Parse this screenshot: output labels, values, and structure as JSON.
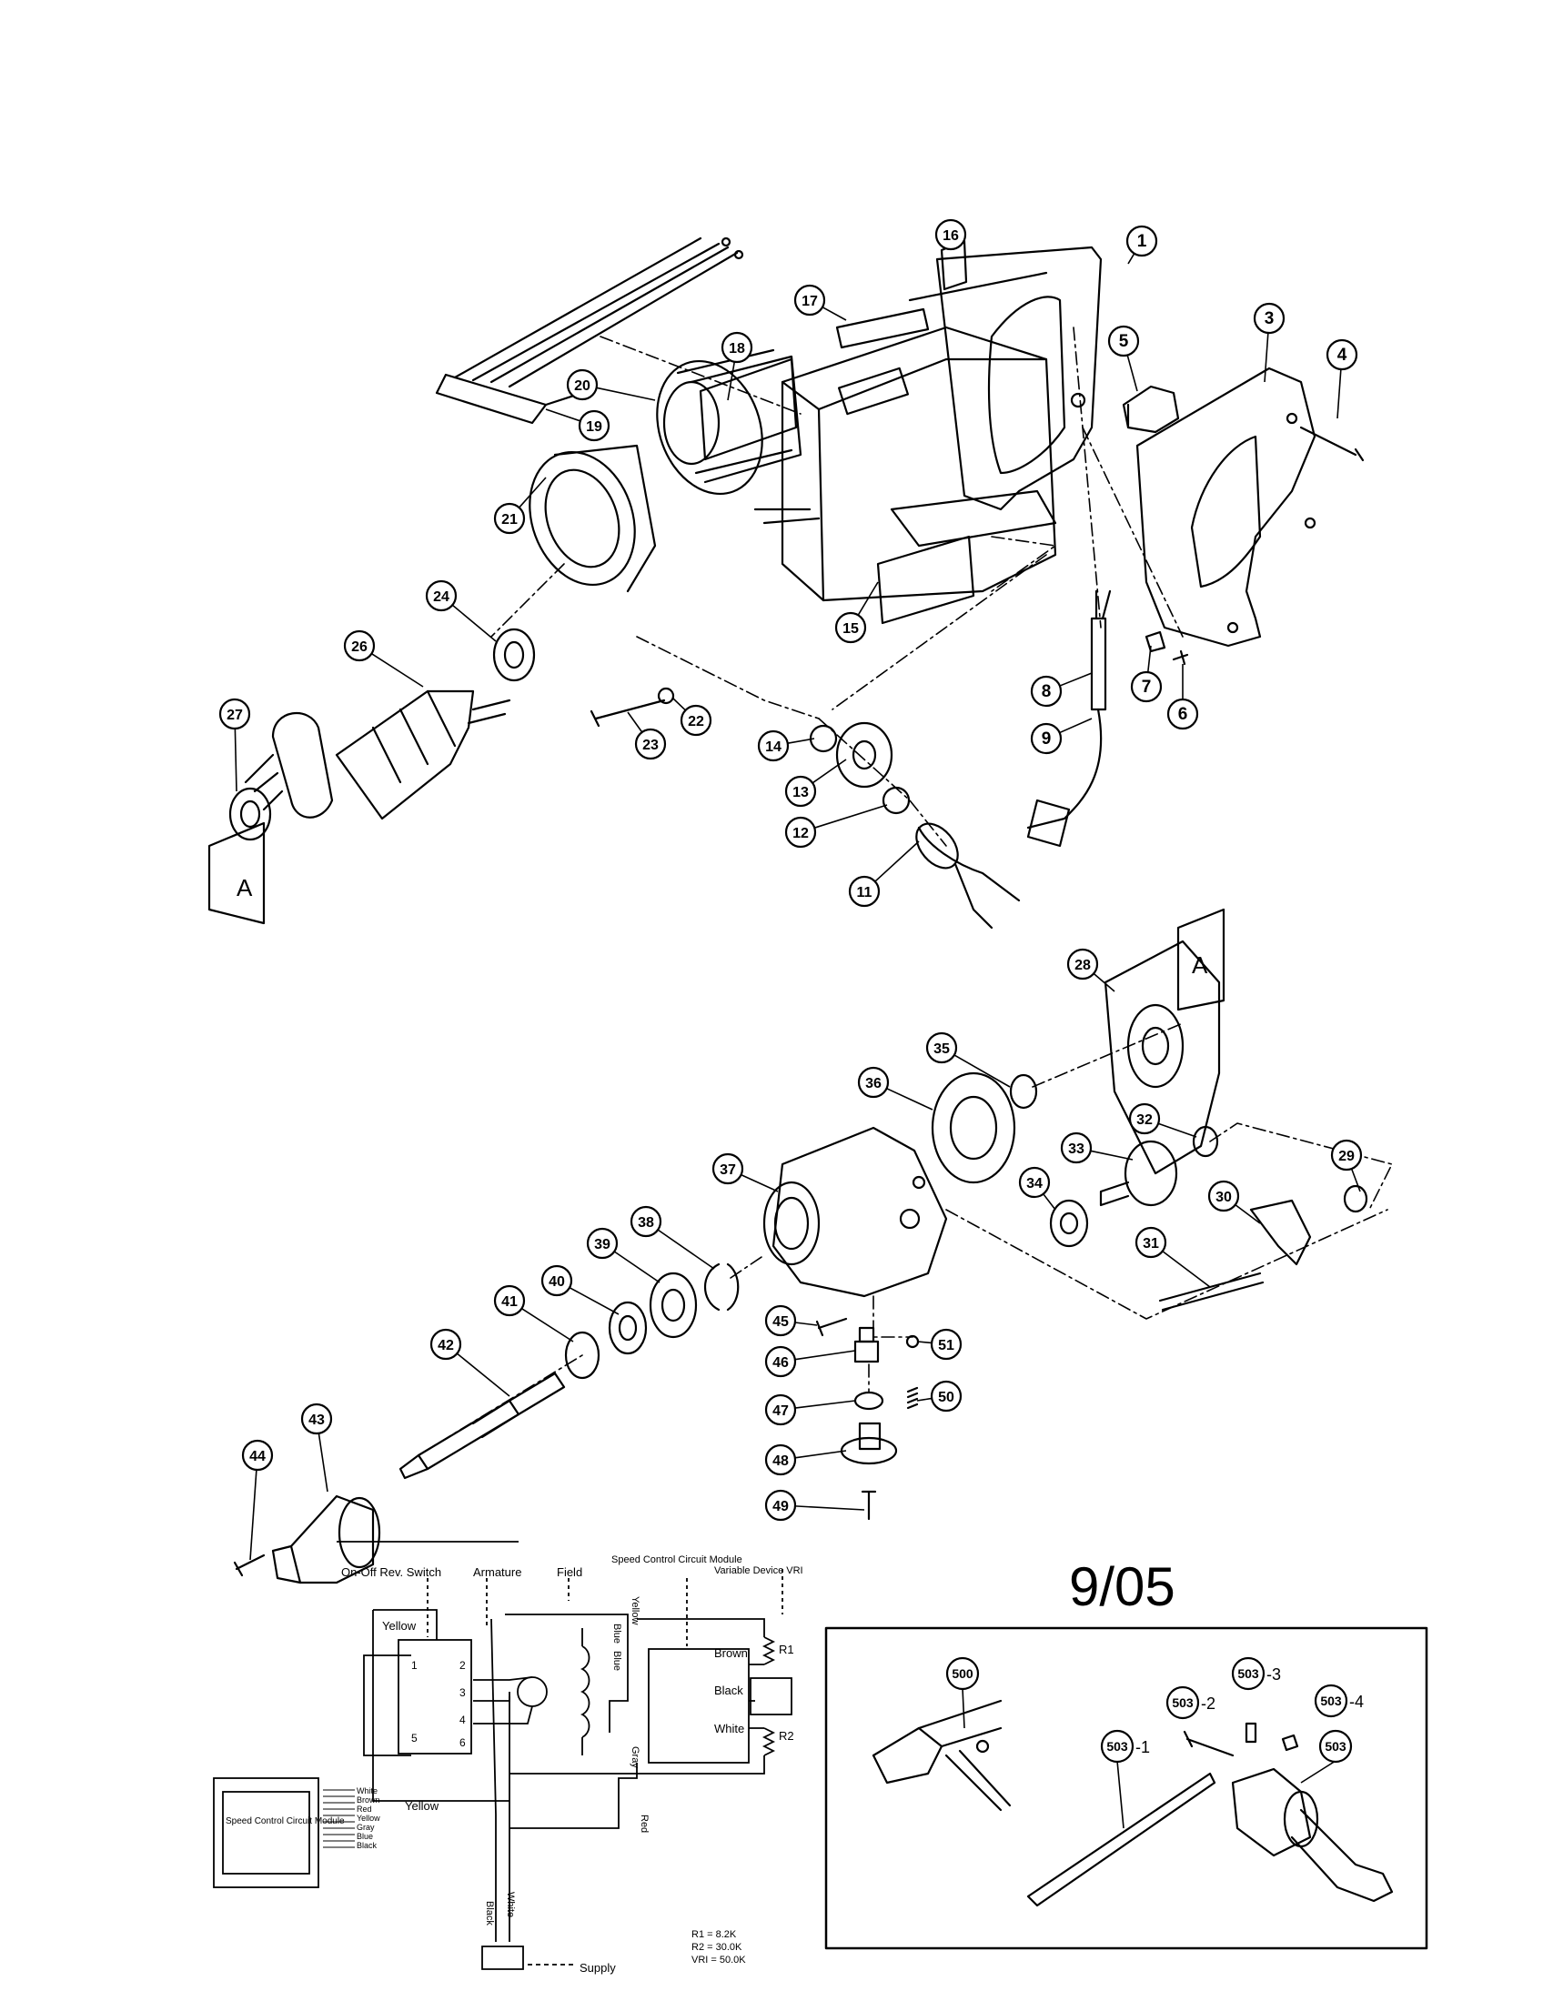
{
  "date_code": "9/05",
  "section_marker": "A",
  "part_numbers": [
    "1",
    "3",
    "4",
    "5",
    "6",
    "7",
    "8",
    "9",
    "11",
    "12",
    "13",
    "14",
    "15",
    "16",
    "17",
    "18",
    "19",
    "20",
    "21",
    "22",
    "23",
    "24",
    "26",
    "27",
    "28",
    "29",
    "30",
    "31",
    "32",
    "33",
    "34",
    "35",
    "36",
    "37",
    "38",
    "39",
    "40",
    "41",
    "42",
    "43",
    "44",
    "45",
    "46",
    "47",
    "48",
    "49",
    "50",
    "51"
  ],
  "accessory_parts": {
    "main": [
      "500",
      "503"
    ],
    "sub_labels": [
      "-1",
      "-2",
      "-3",
      "-4"
    ],
    "prefix": "503"
  },
  "wiring": {
    "headers": {
      "switch": "On-Off Rev. Switch",
      "armature": "Armature",
      "field": "Field",
      "speed_control": "Speed Control Circuit Module",
      "variable_device": "Variable Device VRI"
    },
    "wire_colors": {
      "yellow": "Yellow",
      "blue": "Blue",
      "brown": "Brown",
      "black": "Black",
      "white": "White",
      "gray": "Gray",
      "red": "Red"
    },
    "switch_terminals": [
      "1",
      "2",
      "3",
      "4",
      "5",
      "6"
    ],
    "resistors": [
      "R1",
      "R2"
    ],
    "specs": [
      {
        "name": "R1",
        "value": "8.2K"
      },
      {
        "name": "R2",
        "value": "30.0K"
      },
      {
        "name": "VRI",
        "value": "50.0K"
      }
    ],
    "supply_label": "Supply",
    "module_label": "Speed Control Circuit Module",
    "legend": [
      "White",
      "Brown",
      "Red",
      "Yellow",
      "Gray",
      "Blue",
      "Black"
    ]
  }
}
